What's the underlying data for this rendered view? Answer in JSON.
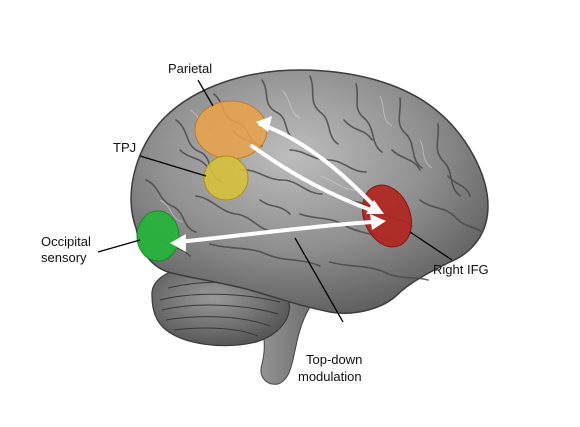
{
  "labels": {
    "parietal": "Parietal",
    "tpj": "TPJ",
    "occipital_line1": "Occipital",
    "occipital_line2": "sensory",
    "right_ifg": "Right IFG",
    "topdown_line1": "Top-down",
    "topdown_line2": "modulation"
  },
  "regions": [
    {
      "id": "parietal",
      "color": "#e7a24c"
    },
    {
      "id": "tpj",
      "color": "#d8c23a"
    },
    {
      "id": "occipital",
      "color": "#27b23c"
    },
    {
      "id": "right-ifg",
      "color": "#b2251f"
    }
  ],
  "colors": {
    "brain_base": "#8f8f8f",
    "brain_dark": "#4a4a4a",
    "brain_light": "#c9c9c9",
    "arrow": "#ffffff",
    "leader_line": "#000000"
  }
}
